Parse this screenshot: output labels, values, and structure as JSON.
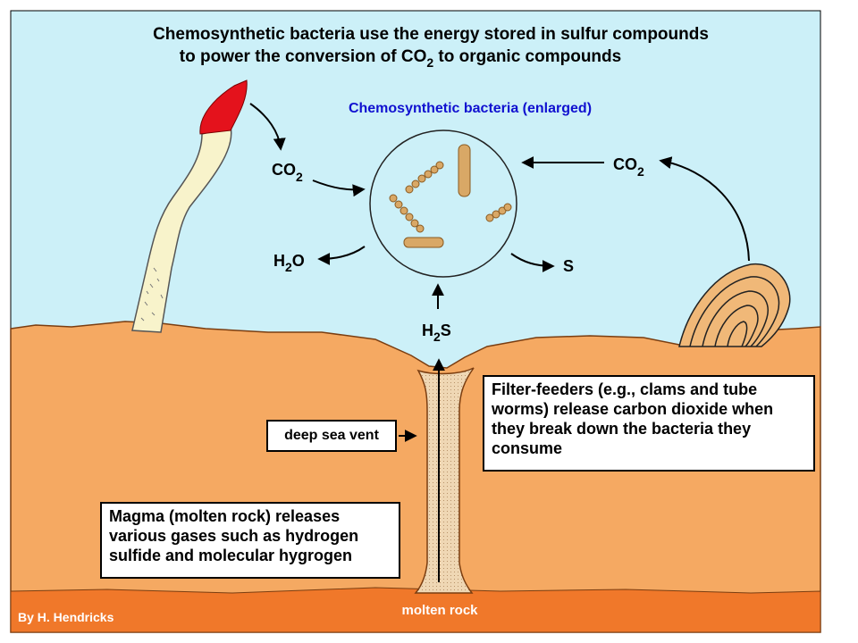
{
  "title": {
    "line1": "Chemosynthetic bacteria use the energy stored in sulfur compounds",
    "line2_prefix": "to power the conversion of CO",
    "line2_sub": "2",
    "line2_suffix": " to organic compounds"
  },
  "bacteria_label": "Chemosynthetic bacteria (enlarged)",
  "chem": {
    "co2_left": {
      "main": "CO",
      "sub": "2"
    },
    "co2_right": {
      "main": "CO",
      "sub": "2"
    },
    "h2o": {
      "a": "H",
      "sub": "2",
      "b": "O"
    },
    "s": "S",
    "h2s": {
      "a": "H",
      "sub": "2",
      "b": "S"
    }
  },
  "boxes": {
    "filter_feeders": "Filter-feeders (e.g., clams and tube worms) release carbon dioxide when they break down the bacteria they consume",
    "magma": "Magma (molten rock) releases various gases such as hydrogen sulfide and molecular hygrogen",
    "vent": "deep sea vent"
  },
  "molten_rock_label": "molten rock",
  "credit": "By H. Hendricks",
  "colors": {
    "water": "#ccf0f8",
    "sediment": "#f5a962",
    "molten": "#f0782a",
    "vent": "#efd7b4",
    "bacteria": "#d9a866",
    "worm_tube": "#f8f3cb",
    "worm_plume": "#e4121c",
    "clam": "#f0b878",
    "text_blue": "#1010d0"
  }
}
